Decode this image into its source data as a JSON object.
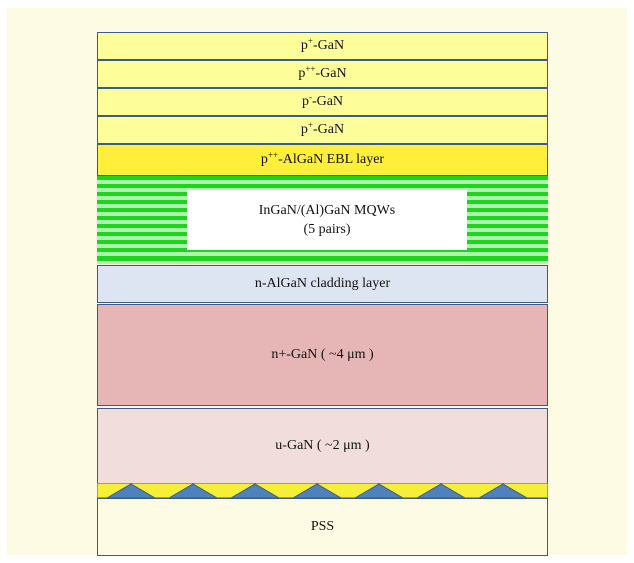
{
  "layers": {
    "p1": {
      "prefix": "p",
      "sup": "+",
      "suffix": "-GaN"
    },
    "p2": {
      "prefix": "p",
      "sup": "++",
      "suffix": "-GaN"
    },
    "p3": {
      "prefix": "p",
      "sup": "-",
      "suffix": "-GaN"
    },
    "p4": {
      "prefix": "p",
      "sup": "+",
      "suffix": "-GaN"
    },
    "ebl": {
      "prefix": "p",
      "sup": "++",
      "suffix": "-AlGaN EBL layer"
    },
    "mqw_line1": "InGaN/(Al)GaN MQWs",
    "mqw_line2": "(5 pairs)",
    "cladding": "n-AlGaN cladding layer",
    "nplus": "n+-GaN ( ~4 μm )",
    "ugan": "u-GaN ( ~2 μm )",
    "pss": "PSS"
  },
  "colors": {
    "p_gan": "#fdfd9a",
    "ebl": "#ffee3a",
    "mqw_dark": "#1fd31f",
    "mqw_light": "#b3f0b3",
    "cladding": "#dce5f1",
    "nplus": "#e6b5b5",
    "ugan": "#f2dddd",
    "pss_band": "#f5ef3a",
    "pss_triangle": "#4f81bd",
    "pss": "#fdfbe4",
    "border": "#3f5a86"
  }
}
